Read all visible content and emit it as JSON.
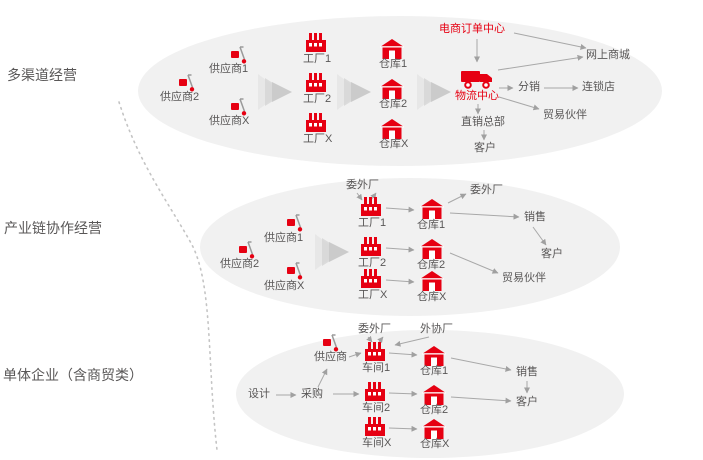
{
  "colors": {
    "accent_red": "#e60012",
    "text_gray": "#595757",
    "ellipse_bg": "#f1f1f1",
    "connector_gray": "#a8a8a8"
  },
  "rows": {
    "r1": "多渠道经营",
    "r2": "产业链协作经营",
    "r3": "单体企业（含商贸类）"
  },
  "top": {
    "supplier_1": "供应商1",
    "supplier_2": "供应商2",
    "supplier_x": "供应商X",
    "factory_1": "工厂1",
    "factory_2": "工厂2",
    "factory_x": "工厂X",
    "warehouse_1": "仓库1",
    "warehouse_2": "仓库2",
    "warehouse_x": "仓库X",
    "logistics_center": "物流中心",
    "ecom_order_center": "电商订单中心",
    "online_mall": "网上商城",
    "distribution": "分销",
    "chain_store": "连锁店",
    "trade_partner": "贸易伙伴",
    "direct_hq": "直销总部",
    "customer": "客户"
  },
  "middle": {
    "supplier_1": "供应商1",
    "supplier_2": "供应商2",
    "supplier_x": "供应商X",
    "outsource_top": "委外厂",
    "outsource_right": "委外厂",
    "factory_1": "工厂1",
    "factory_2": "工厂2",
    "factory_x": "工厂X",
    "warehouse_1": "仓库1",
    "warehouse_2": "仓库2",
    "warehouse_x": "仓库X",
    "sales": "销售",
    "customer": "客户",
    "trade_partner": "贸易伙伴"
  },
  "bottom": {
    "design": "设计",
    "purchase": "采购",
    "supplier": "供应商",
    "outsource": "委外厂",
    "external": "外协厂",
    "workshop_1": "车间1",
    "workshop_2": "车间2",
    "workshop_x": "车间X",
    "warehouse_1": "仓库1",
    "warehouse_2": "仓库2",
    "warehouse_x": "仓库X",
    "sales": "销售",
    "customer": "客户"
  }
}
